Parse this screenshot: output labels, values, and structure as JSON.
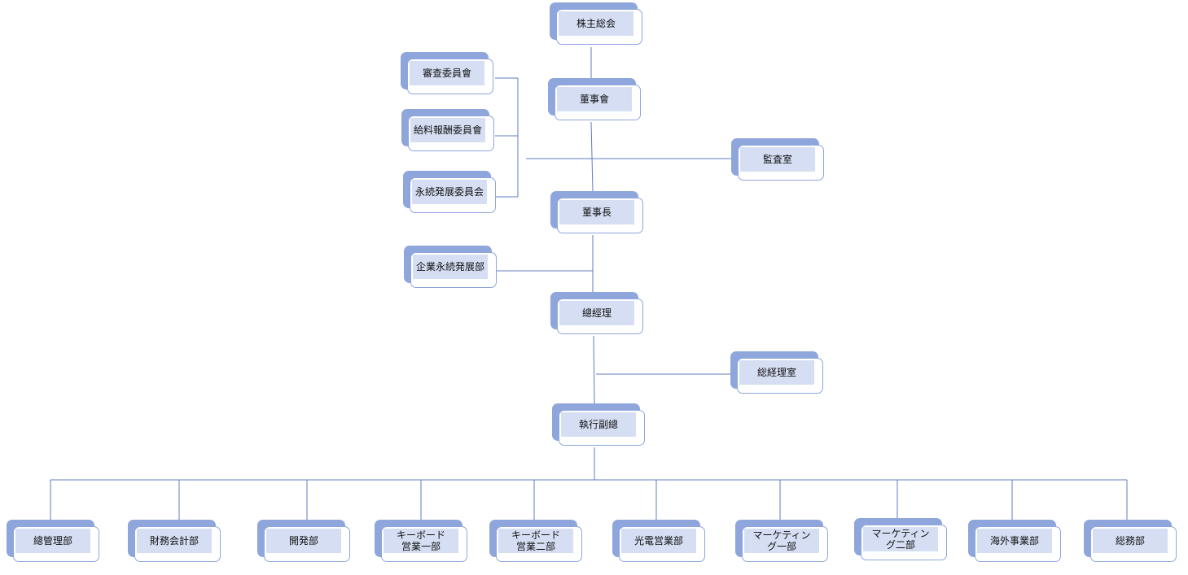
{
  "colors": {
    "line": "#5f7bbf",
    "node_dark": "#8ea6dc",
    "node_light": "#d5def3"
  },
  "nodes": {
    "shareholders": "株主総会",
    "board": "董事會",
    "audit_committee": "審查委員會",
    "compensation_committee": "給料報酬委員會",
    "sustainability_committee": "永続発展委員会",
    "audit_office": "監査室",
    "chairman": "董事長",
    "csr_dept": "企業永続発展部",
    "president": "總經理",
    "president_office": "総経理室",
    "evp": "執行副總",
    "general_admin": "總管理部",
    "finance": "財務会計部",
    "development": "開発部",
    "keyboard_sales_1": "キーボード\n営業一部",
    "keyboard_sales_2": "キーボード\n営業二部",
    "optoelectronics_sales": "光電営業部",
    "marketing_1": "マーケティン\nグ一部",
    "marketing_2": "マーケティン\nグ二部",
    "overseas": "海外事業部",
    "general_affairs": "総務部"
  }
}
